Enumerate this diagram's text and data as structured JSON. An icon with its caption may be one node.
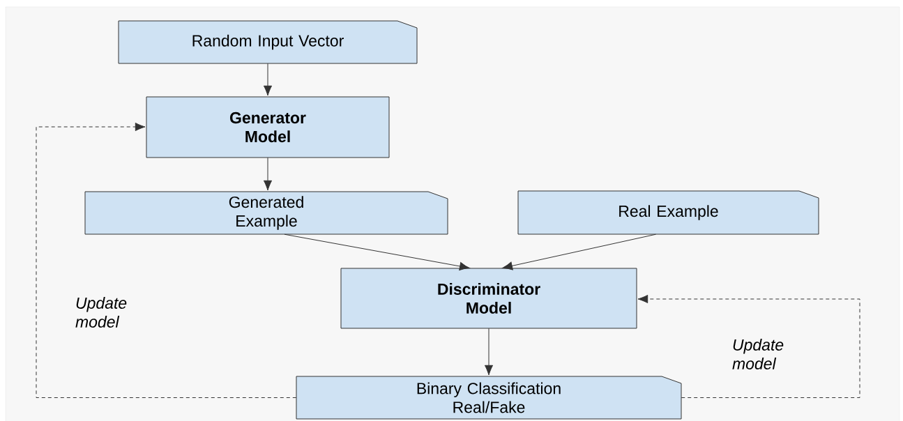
{
  "diagram": {
    "nodes": [
      {
        "text": [
          "Random Input Vector"
        ]
      },
      {
        "text": [
          "Generator Model"
        ]
      },
      {
        "text": [
          "Generated Example"
        ]
      },
      {
        "text": [
          "Real Example"
        ]
      },
      {
        "text": [
          "Discriminator Model"
        ]
      },
      {
        "text": [
          "Binary Classification Real/Fake"
        ]
      }
    ],
    "edges": [
      {
        "from": 0,
        "to": 1,
        "arrow": "to"
      },
      {
        "from": 1,
        "to": 2,
        "arrow": "to"
      },
      {
        "from": 2,
        "to": 4,
        "arrow": "to"
      },
      {
        "from": 3,
        "to": 4,
        "arrow": "to"
      },
      {
        "from": 4,
        "to": 5,
        "arrow": "to"
      },
      {
        "from": 5,
        "to": 1,
        "arrow": "to",
        "style": "dashed"
      },
      {
        "from": 5,
        "to": 4,
        "arrow": "to",
        "style": "dashed"
      }
    ],
    "labels": [
      "Update model",
      "Update model"
    ]
  }
}
